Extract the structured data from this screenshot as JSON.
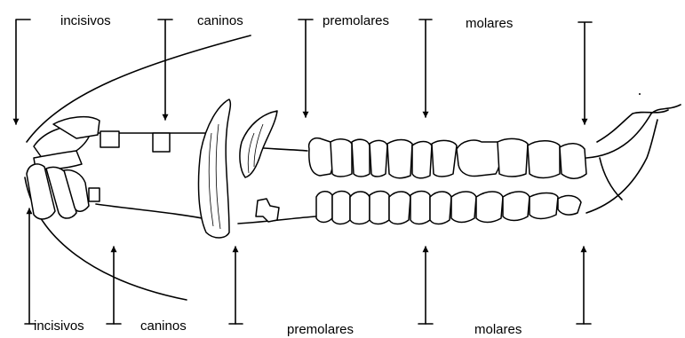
{
  "diagram": {
    "labels": {
      "upper": {
        "incisors": "incisivos",
        "canines": "caninos",
        "premolars": "premolares",
        "molars": "molares"
      },
      "lower": {
        "incisors": "incisivos",
        "canines": "caninos",
        "premolars": "premolares",
        "molars": "molares"
      }
    }
  }
}
